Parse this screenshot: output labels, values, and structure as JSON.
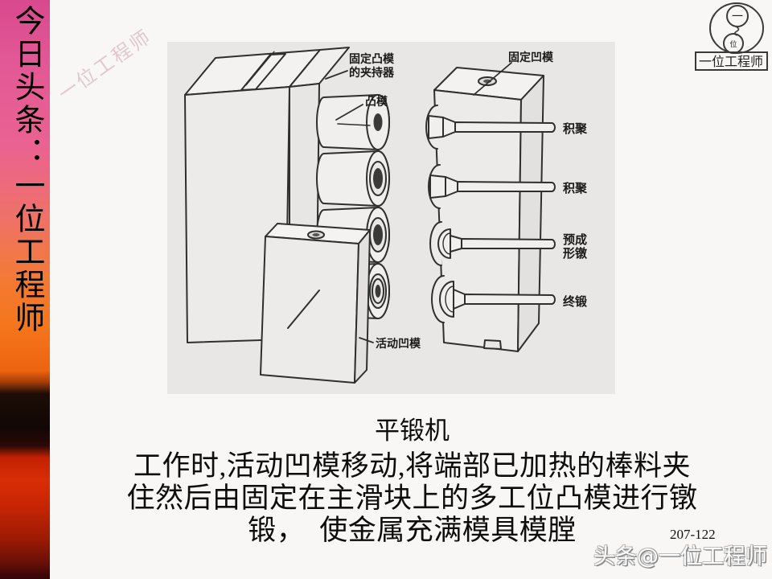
{
  "sidebar": {
    "vertical_text": "今日头条：一位工程师"
  },
  "watermarks": {
    "diagonal_top_left": "一位工程师",
    "bottom_right": "头条@一位工程师"
  },
  "logo": {
    "top_circle_char": "一",
    "bottom_circle_char": "位",
    "box_label": "一位工程师"
  },
  "page_number": "207-122",
  "diagram": {
    "labels": {
      "punch_holder_line1": "固定凸模",
      "punch_holder_line2": "的夹持器",
      "punch": "凸模",
      "movable_die": "活动凹模",
      "fixed_die": "固定凹模",
      "stage1": "积聚",
      "stage2": "积聚",
      "stage3_line1": "预成",
      "stage3_line2": "形镦",
      "stage4": "终锻"
    }
  },
  "caption": {
    "title": "平锻机",
    "line1": "工作时,活动凹模移动,将端部已加热的棒料夹",
    "line2": "住然后由固定在主滑块上的多工位凸模进行镦",
    "line3": "锻，　使金属充满模具模膛"
  }
}
